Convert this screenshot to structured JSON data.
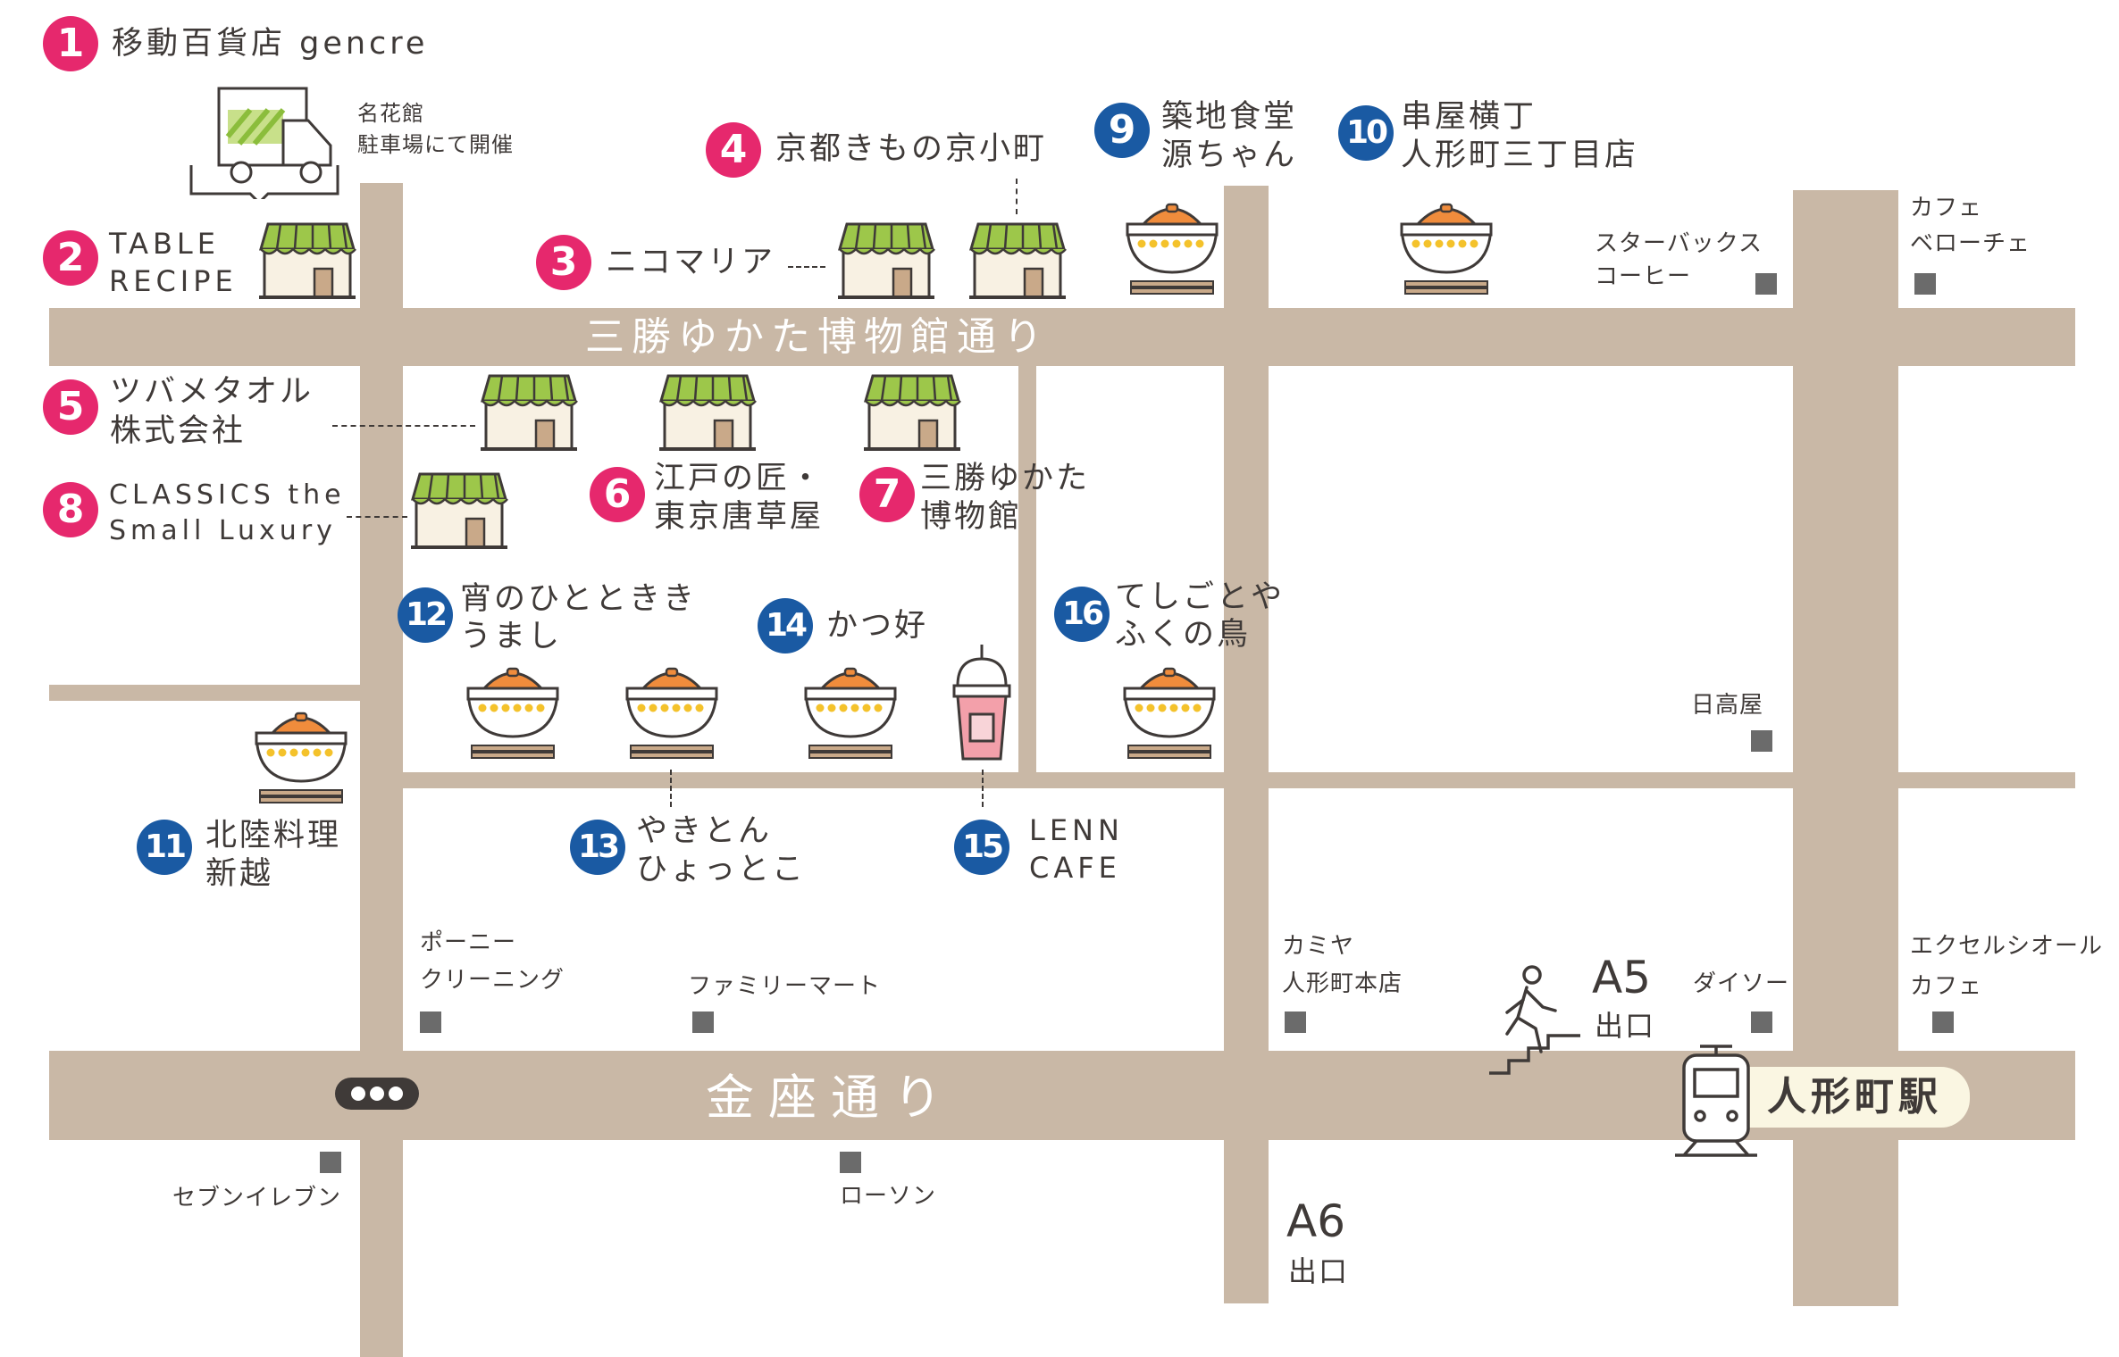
{
  "streets": {
    "upper": "三勝ゆかた博物館通り",
    "lower": "金座通り"
  },
  "shops": [
    {
      "num": "1",
      "color": "pink",
      "name": "移動百貨店 gencre"
    },
    {
      "num": "2",
      "color": "pink",
      "name_line1": "TABLE",
      "name_line2": "RECIPE"
    },
    {
      "num": "3",
      "color": "pink",
      "name": "ニコマリア"
    },
    {
      "num": "4",
      "color": "pink",
      "name": "京都きもの京小町"
    },
    {
      "num": "5",
      "color": "pink",
      "name_line1": "ツバメタオル",
      "name_line2": "株式会社"
    },
    {
      "num": "6",
      "color": "pink",
      "name_line1": "江戸の匠・",
      "name_line2": "東京唐草屋"
    },
    {
      "num": "7",
      "color": "pink",
      "name_line1": "三勝ゆかた",
      "name_line2": "博物館"
    },
    {
      "num": "8",
      "color": "pink",
      "name_line1": "CLASSICS the",
      "name_line2": "Small Luxury"
    },
    {
      "num": "9",
      "color": "blue",
      "name_line1": "築地食堂",
      "name_line2": "源ちゃん"
    },
    {
      "num": "10",
      "color": "blue",
      "name_line1": "串屋横丁",
      "name_line2": "人形町三丁目店"
    },
    {
      "num": "11",
      "color": "blue",
      "name_line1": "北陸料理",
      "name_line2": "新越"
    },
    {
      "num": "12",
      "color": "blue",
      "name_line1": "宵のひとときき",
      "name_line2": "うまし"
    },
    {
      "num": "13",
      "color": "blue",
      "name_line1": "やきとん",
      "name_line2": "ひょっとこ"
    },
    {
      "num": "14",
      "color": "blue",
      "name": "かつ好"
    },
    {
      "num": "15",
      "color": "blue",
      "name_line1": "LENN",
      "name_line2": "CAFE"
    },
    {
      "num": "16",
      "color": "blue",
      "name_line1": "てしごとや",
      "name_line2": "ふくの鳥"
    }
  ],
  "truck_note": {
    "line1": "名花館",
    "line2": "駐車場にて開催"
  },
  "landmarks": {
    "starbucks_1": "スターバックス",
    "starbucks_2": "コーヒー",
    "cafe_belo_1": "カフェ",
    "cafe_belo_2": "ベローチェ",
    "hidakaya": "日高屋",
    "pony_1": "ポーニー",
    "pony_2": "クリーニング",
    "familymart": "ファミリーマート",
    "kamiya_1": "カミヤ",
    "kamiya_2": "人形町本店",
    "daiso": "ダイソー",
    "excelsior_1": "エクセルシオール",
    "excelsior_2": "カフェ",
    "seven": "セブンイレブン",
    "lawson": "ローソン"
  },
  "exits": {
    "a5_code": "A5",
    "a5_label": "出口",
    "a6_code": "A6",
    "a6_label": "出口"
  },
  "station": "人形町駅",
  "colors": {
    "road": "#c9b8a6",
    "pink_badge": "#e6286d",
    "blue_badge": "#1a5aa3",
    "awning": "#9dc74a",
    "bowl_lid": "#f08c3c",
    "bowl_dots": "#f4c22b",
    "station_pill": "#faf6e2",
    "marker": "#6b6b6b"
  }
}
